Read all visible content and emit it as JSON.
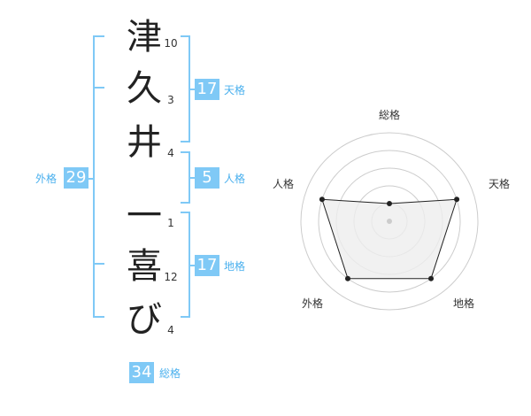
{
  "name_chars": [
    {
      "char": "津",
      "strokes": "10"
    },
    {
      "char": "久",
      "strokes": "3"
    },
    {
      "char": "井",
      "strokes": "4"
    },
    {
      "char": "一",
      "strokes": "1"
    },
    {
      "char": "喜",
      "strokes": "12"
    },
    {
      "char": "び",
      "strokes": "4"
    }
  ],
  "fortunes": {
    "tenkaku": {
      "label": "天格",
      "value": "17"
    },
    "jinkaku": {
      "label": "人格",
      "value": "5"
    },
    "chikaku": {
      "label": "地格",
      "value": "17"
    },
    "gaikaku": {
      "label": "外格",
      "value": "29"
    },
    "soukaku": {
      "label": "総格",
      "value": "34"
    }
  },
  "radar": {
    "axes": [
      "総格",
      "天格",
      "地格",
      "外格",
      "人格"
    ],
    "levels": 5,
    "scores": [
      1,
      4,
      4,
      4,
      4
    ],
    "colors": {
      "grid": "#cccccc",
      "fill": "#eeeeee",
      "line": "#222222",
      "center": "#cccccc"
    }
  },
  "colors": {
    "accent": "#7fc9f6",
    "accent_text": "#4ab0ee",
    "bracket": "#7fc9f6"
  }
}
